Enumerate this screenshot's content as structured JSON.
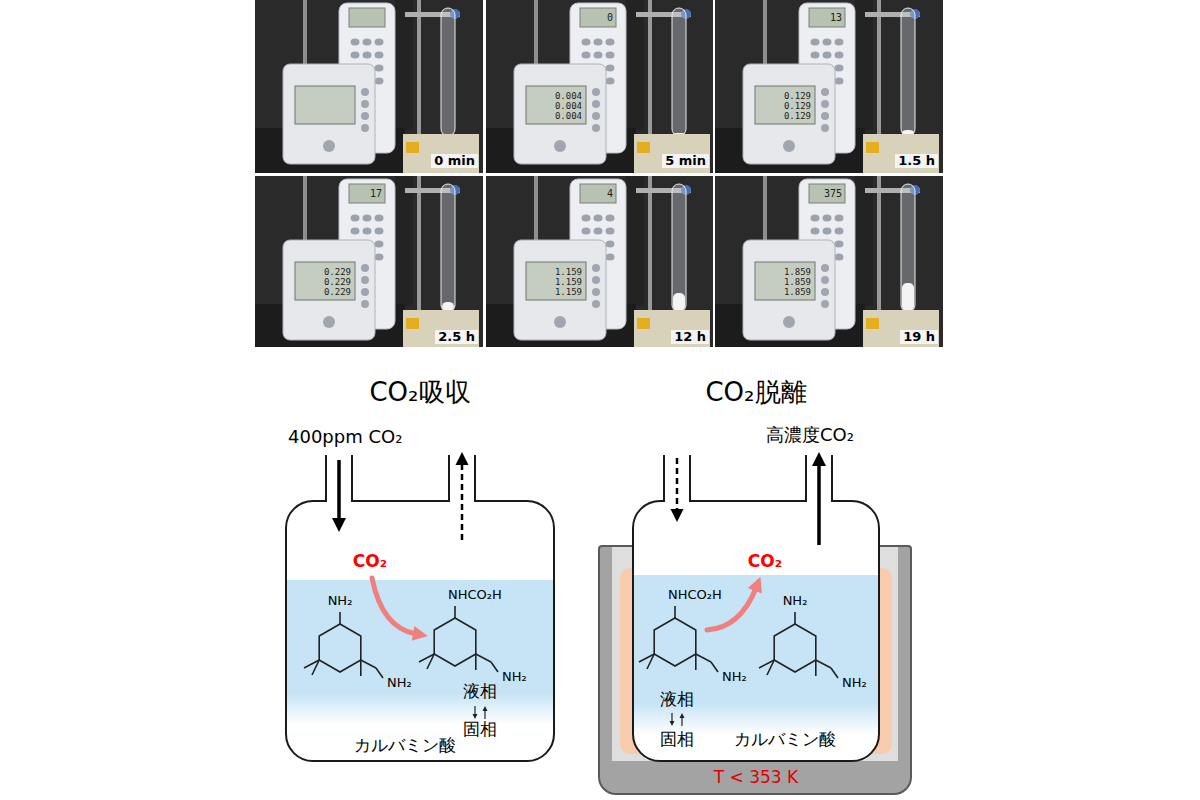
{
  "diagram": {
    "nodes": [
      {
        "text": [
          "CO₂吸収"
        ]
      },
      {
        "text": [
          "液相"
        ],
        "in": 0
      },
      {
        "text": [
          "T < 353 K"
        ]
      },
      {
        "text": [
          "CO₂脱離"
        ],
        "in": 2
      },
      {
        "text": [
          "液相"
        ],
        "in": 3
      }
    ],
    "labels": [
      "0 min",
      "5 min",
      "1.5 h",
      "2.5 h",
      "12 h",
      "19 h",
      "0",
      "0.004",
      "0.004",
      "0.004",
      "13",
      "0.129",
      "0.129",
      "0.129",
      "17",
      "0.229",
      "0.229",
      "0.229",
      "4",
      "1.159",
      "1.159",
      "1.159",
      "375",
      "1.859",
      "1.859",
      "1.859",
      "400ppm CO₂",
      "CO₂",
      "NH₂",
      "NH₂",
      "NHCO₂H",
      "NH₂",
      "固相",
      "カルバミン酸",
      "高濃度CO₂",
      "CO₂",
      "NHCO₂H",
      "NH₂",
      "NH₂",
      "NH₂",
      "固相",
      "カルバミン酸"
    ]
  }
}
